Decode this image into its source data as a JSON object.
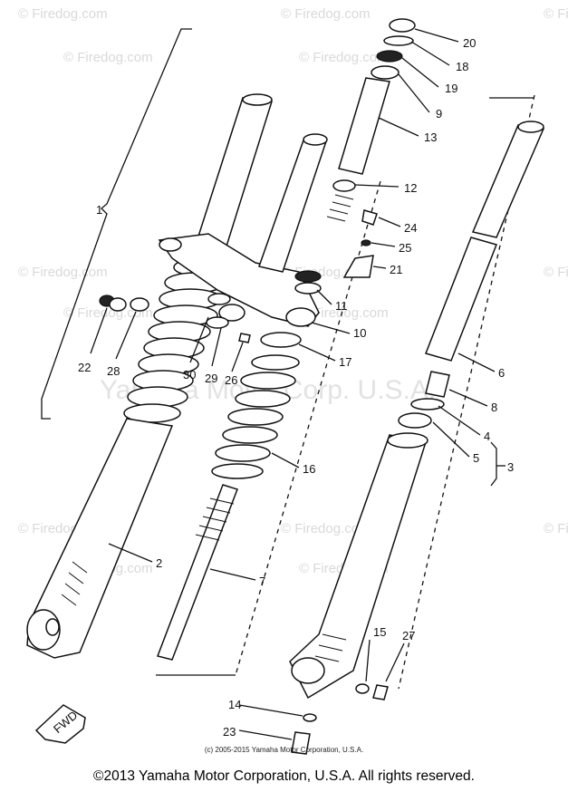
{
  "watermarks": {
    "site": "© Firedog.com",
    "site_alt": "© Firedog.com",
    "brand": "Yamaha Motor Corp. U.S.A."
  },
  "callouts": [
    "1",
    "2",
    "3",
    "4",
    "5",
    "6",
    "7",
    "8",
    "9",
    "10",
    "11",
    "12",
    "13",
    "14",
    "15",
    "16",
    "17",
    "18",
    "19",
    "20",
    "21",
    "22",
    "23",
    "24",
    "25",
    "26",
    "27",
    "28",
    "29",
    "30"
  ],
  "fwd_label": "FWD",
  "footer": {
    "small": "(c) 2005-2015 Yamaha Motor Corporation, U.S.A.",
    "main": "©2013 Yamaha Motor Corporation, U.S.A. All rights reserved."
  },
  "colors": {
    "ink": "#111111",
    "watermark": "#d9d9d9",
    "background": "#ffffff"
  }
}
